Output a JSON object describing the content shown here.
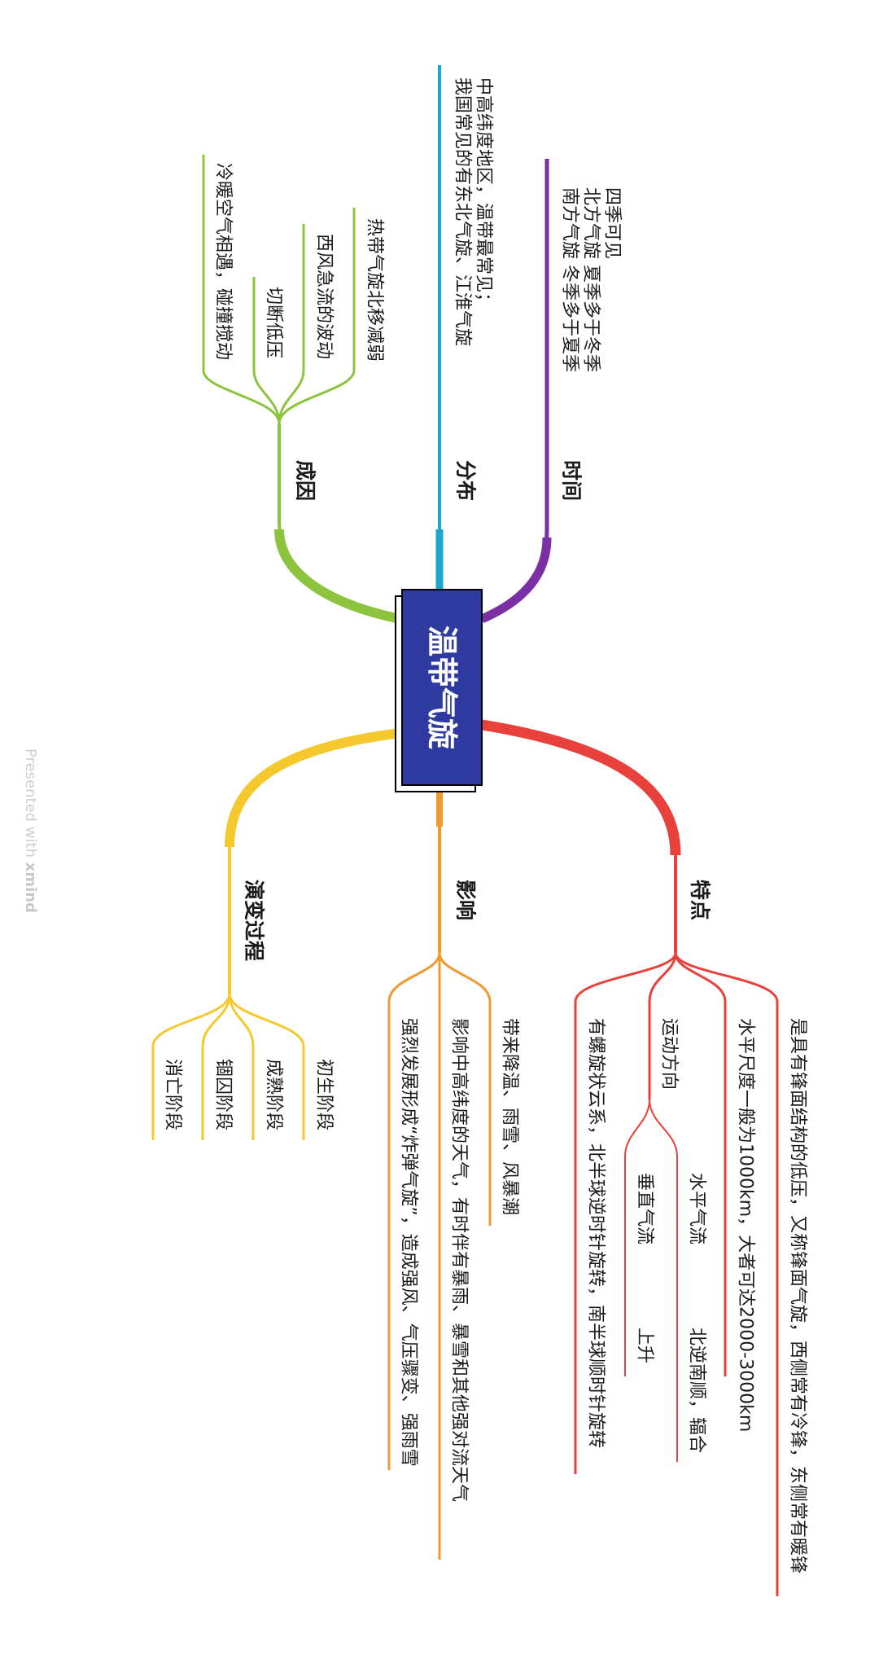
{
  "central": {
    "title": "温带气旋",
    "fill_color": "#2e3a9f"
  },
  "branches": {
    "time": {
      "label": "时间",
      "color": "#7b2fa5",
      "leaves": [
        "四季可见",
        "北方气旋  夏季多于冬季",
        "南方气旋  冬季多于夏季"
      ]
    },
    "distribution": {
      "label": "分布",
      "color": "#1ba6cc",
      "leaves": [
        "中高纬度地区，温带最常见；",
        "我国常见的有东北气旋、江淮气旋"
      ]
    },
    "cause": {
      "label": "成因",
      "color": "#8dc43f",
      "leaves": [
        "热带气旋北移减弱",
        "西风急流的波动",
        "切断低压",
        "冷暖空气相遇，碰撞搅动"
      ]
    },
    "features": {
      "label": "特点",
      "color": "#e8403a",
      "leaves": [
        "是具有锋面结构的低压，又称锋面气旋，西侧常有冷锋，东侧常有暖锋",
        "水平尺度一般为1000km，大者可达2000-3000km",
        "运动方向",
        "有螺旋状云系，北半球逆时针旋转，南半球顺时针旋转"
      ],
      "motion": {
        "horizontal": "水平气流",
        "horizontal_detail": "北逆南顺，辐合",
        "vertical": "垂直气流",
        "vertical_detail": "上升"
      }
    },
    "impact": {
      "label": "影响",
      "color": "#f09a2e",
      "leaves": [
        "带来降温、雨雪、风暴潮",
        "影响中高纬度的天气，有时伴有暴雨、暴雪和其他强对流天气",
        "强烈发展形成“炸弹气旋”，造成强风、气压骤变、强雨雪"
      ]
    },
    "evolution": {
      "label": "演变过程",
      "color": "#f5c92e",
      "leaves": [
        "初生阶段",
        "成熟阶段",
        "锢囚阶段",
        "消亡阶段"
      ]
    }
  },
  "credit": {
    "prefix": "Presented with ",
    "brand": "xmind"
  }
}
